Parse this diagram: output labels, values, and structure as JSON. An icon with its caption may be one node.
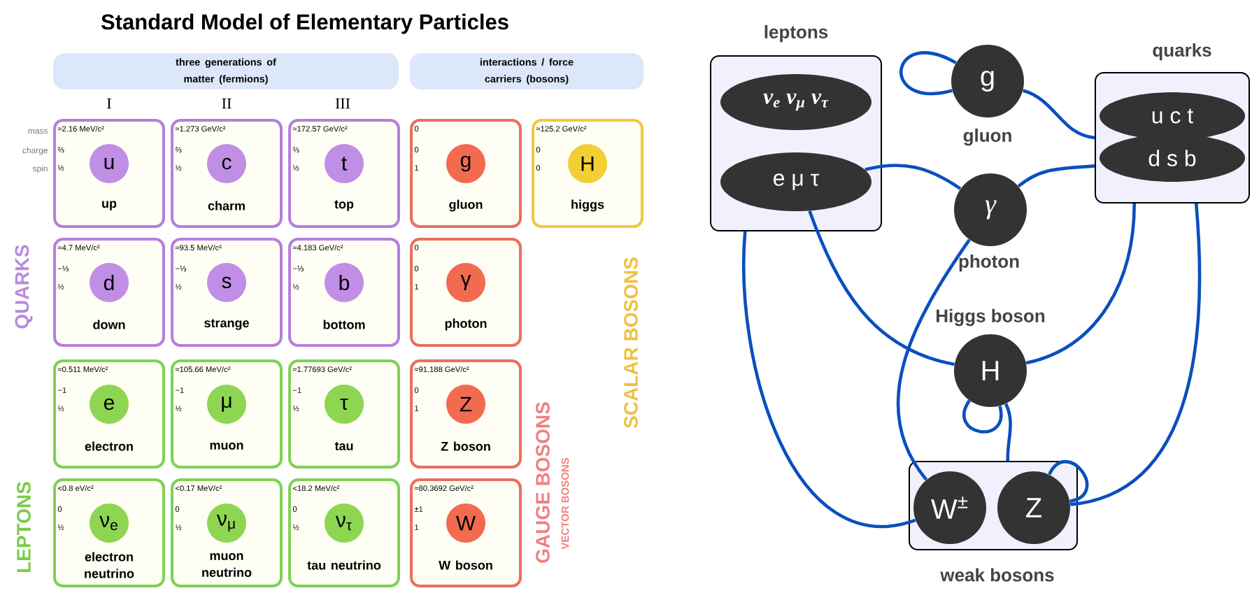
{
  "diagram": {
    "title": "Standard Model of Elementary Particles",
    "nodes": [
      {
        "text": [
          "three generations of matter (fermions)"
        ]
      },
      {
        "text": [
          "interactions / force carriers (bosons)"
        ]
      },
      {
        "text": [
          "≈2.16 MeV/c²",
          "⅔",
          "½",
          "u",
          "up"
        ]
      },
      {
        "text": [
          "≈1.273 GeV/c²",
          "⅔",
          "½",
          "c",
          "charm"
        ]
      },
      {
        "text": [
          "≈172.57 GeV/c²",
          "⅔",
          "½",
          "t",
          "top"
        ]
      },
      {
        "text": [
          "0",
          "0",
          "1",
          "g",
          "gluon"
        ]
      },
      {
        "text": [
          "≈125.2 GeV/c²",
          "0",
          "0",
          "H",
          "higgs"
        ]
      },
      {
        "text": [
          "≈4.7 MeV/c²",
          "−⅓",
          "½",
          "d",
          "down"
        ]
      },
      {
        "text": [
          "≈93.5 MeV/c²",
          "−⅓",
          "½",
          "s",
          "strange"
        ]
      },
      {
        "text": [
          "≈4.183 GeV/c²",
          "−⅓",
          "½",
          "b",
          "bottom"
        ]
      },
      {
        "text": [
          "0",
          "0",
          "1",
          "γ",
          "photon"
        ]
      },
      {
        "text": [
          "≈0.511 MeV/c²",
          "−1",
          "½",
          "e",
          "electron"
        ]
      },
      {
        "text": [
          "≈105.66 MeV/c²",
          "−1",
          "½",
          "μ",
          "muon"
        ]
      },
      {
        "text": [
          "≈1.77693 GeV/c²",
          "−1",
          "½",
          "τ",
          "tau"
        ]
      },
      {
        "text": [
          "≈91.188 GeV/c²",
          "0",
          "1",
          "Z",
          "Z boson"
        ]
      },
      {
        "text": [
          "<0.8 eV/c²",
          "0",
          "½",
          "ν$_{e}$",
          "electron neutrino"
        ]
      },
      {
        "text": [
          "<0.17 MeV/c²",
          "0",
          "½",
          "ν$_{μ}$",
          "muon neutrino"
        ]
      },
      {
        "text": [
          "<18.2 MeV/c²",
          "0",
          "½",
          "ν$_{τ}$",
          "tau neutrino"
        ]
      },
      {
        "text": [
          "≈80.3692 GeV/c²",
          "±1",
          "1",
          "W",
          "W boson"
        ]
      },
      {
        "text": [
          "leptons"
        ]
      },
      {
        "text": [
          "ν$_{e}$ ν$_{μ}$ ν$_{τ}$"
        ],
        "in": 19
      },
      {
        "text": [
          "e μ τ"
        ],
        "in": 19
      },
      {
        "text": [
          "g"
        ],
        "beside": [
          "gluon"
        ]
      },
      {
        "text": [
          "quarks"
        ]
      },
      {
        "text": [
          "u c t"
        ],
        "in": 23
      },
      {
        "text": [
          "d s b"
        ],
        "in": 23
      },
      {
        "text": [
          "γ"
        ],
        "beside": [
          "photon"
        ]
      },
      {
        "text": [
          "H"
        ],
        "beside": [
          "Higgs boson"
        ]
      },
      {
        "text": [
          "weak bosons"
        ]
      },
      {
        "text": [
          "W$^{±}$"
        ],
        "in": 28
      },
      {
        "text": [
          "Z"
        ],
        "in": 28
      }
    ],
    "edges": [
      {
        "from": 22,
        "to": 22,
        "arrow": "none"
      },
      {
        "from": 22,
        "to": 23,
        "arrow": "none"
      },
      {
        "from": 21,
        "to": 26,
        "arrow": "none"
      },
      {
        "from": 26,
        "to": 23,
        "arrow": "none"
      },
      {
        "from": 21,
        "to": 27,
        "arrow": "none"
      },
      {
        "from": 19,
        "to": 29,
        "arrow": "none"
      },
      {
        "from": 26,
        "to": 29,
        "arrow": "none"
      },
      {
        "from": 23,
        "to": 27,
        "arrow": "none"
      },
      {
        "from": 23,
        "to": 30,
        "arrow": "none"
      },
      {
        "from": 27,
        "to": 27,
        "arrow": "none"
      },
      {
        "from": 27,
        "to": 28,
        "arrow": "none"
      },
      {
        "from": 30,
        "to": 30,
        "arrow": "none"
      }
    ],
    "labels": [
      "mass",
      "charge",
      "spin",
      "I",
      "II",
      "III",
      "QUARKS",
      "LEPTONS",
      "GAUGE BOSONS",
      "VECTOR BOSONS",
      "SCALAR BOSONS"
    ]
  }
}
